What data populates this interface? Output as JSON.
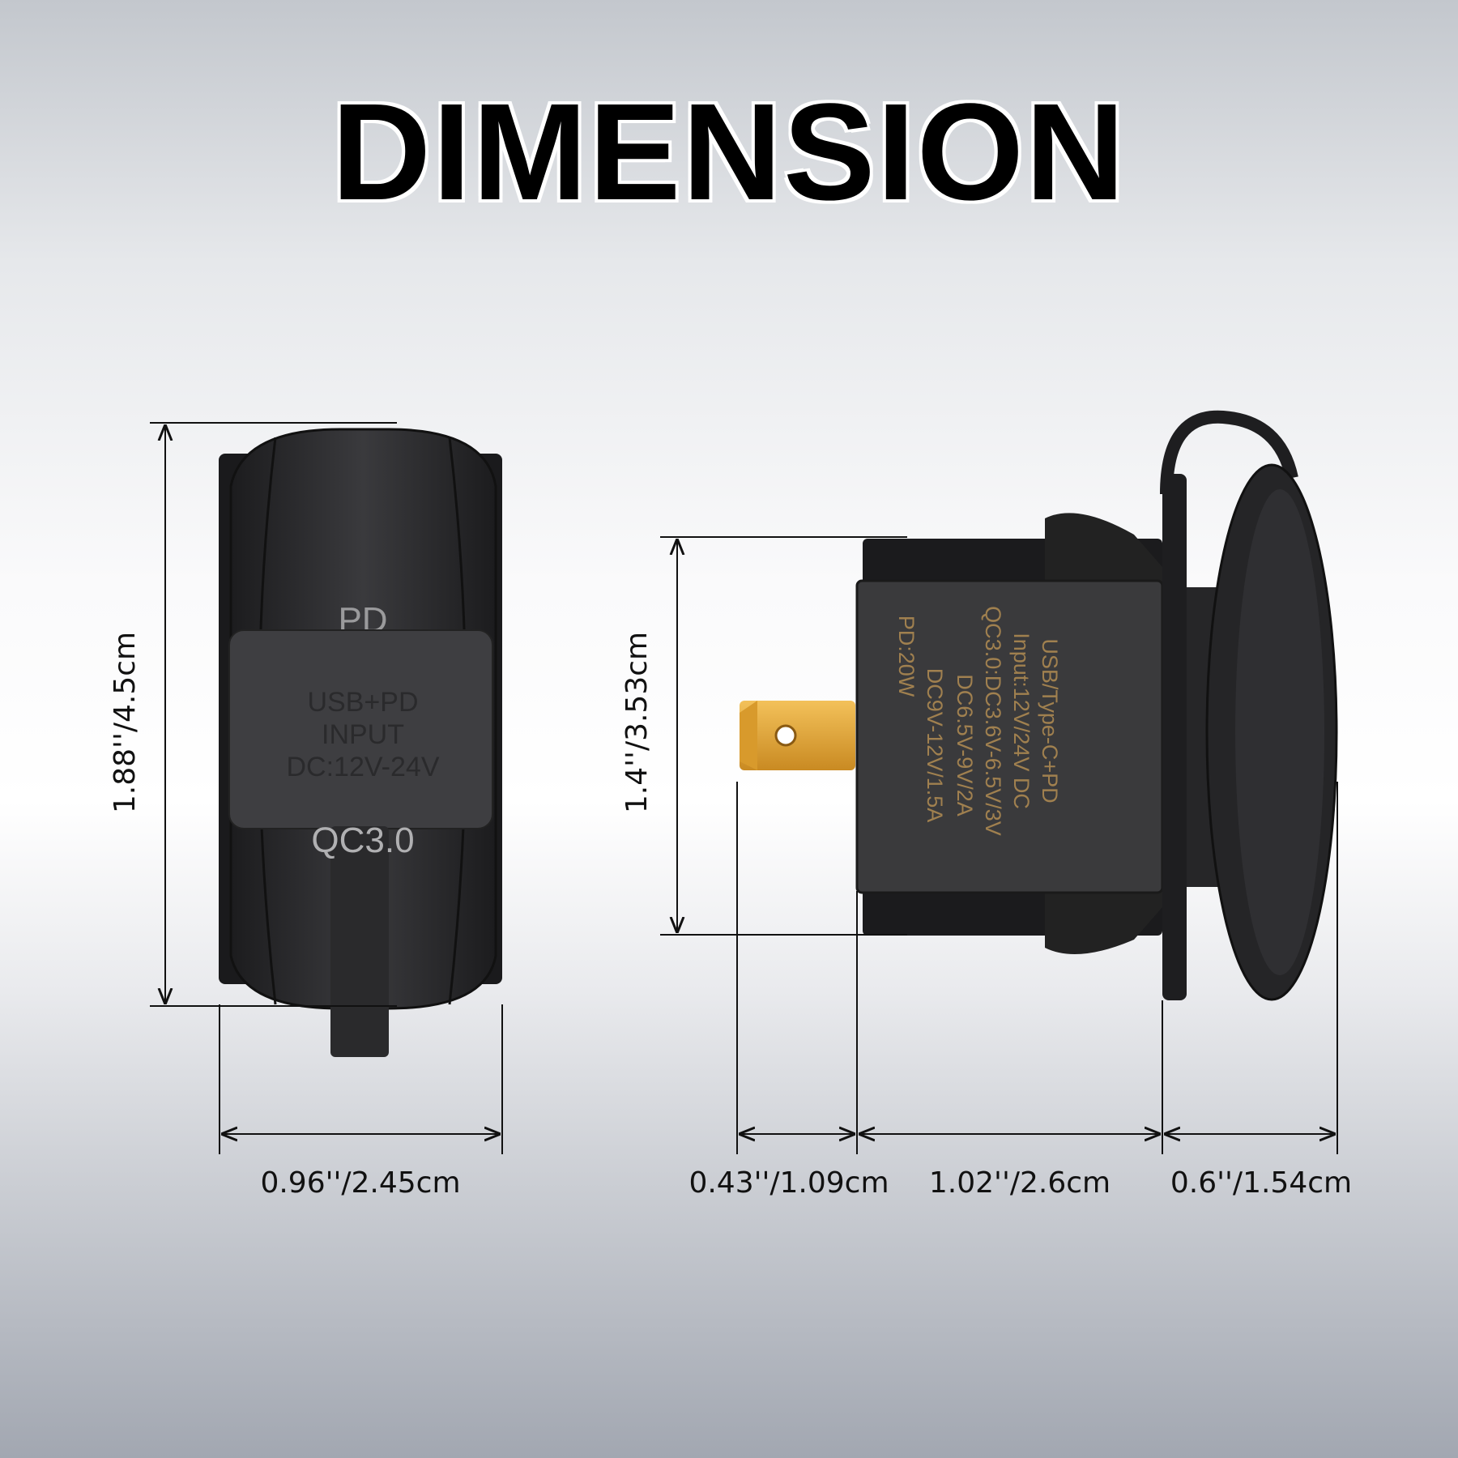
{
  "title": "DIMENSION",
  "front_view": {
    "badge_top": "PD",
    "badge_bottom": "QC3.0",
    "cover_text": [
      "USB+PD",
      "INPUT",
      "DC:12V-24V"
    ],
    "height_label": "1.88''/4.5cm",
    "width_label": "0.96''/2.45cm"
  },
  "side_view": {
    "spec_lines": [
      "USB/Type-C+PD",
      "Input:12V/24V DC",
      "QC3.0:DC3.6V-6.5V/3V",
      "DC6.5V-9V/2A",
      "DC9V-12V/1.5A",
      "PD:20W"
    ],
    "height_label": "1.4''/3.53cm",
    "terminal_label": "0.43''/1.09cm",
    "body_label": "1.02''/2.6cm",
    "cap_label": "0.6''/1.54cm"
  },
  "colors": {
    "device": "#2b2b2d",
    "spec_text": "#a0804f",
    "terminal": "#e3a83a"
  }
}
